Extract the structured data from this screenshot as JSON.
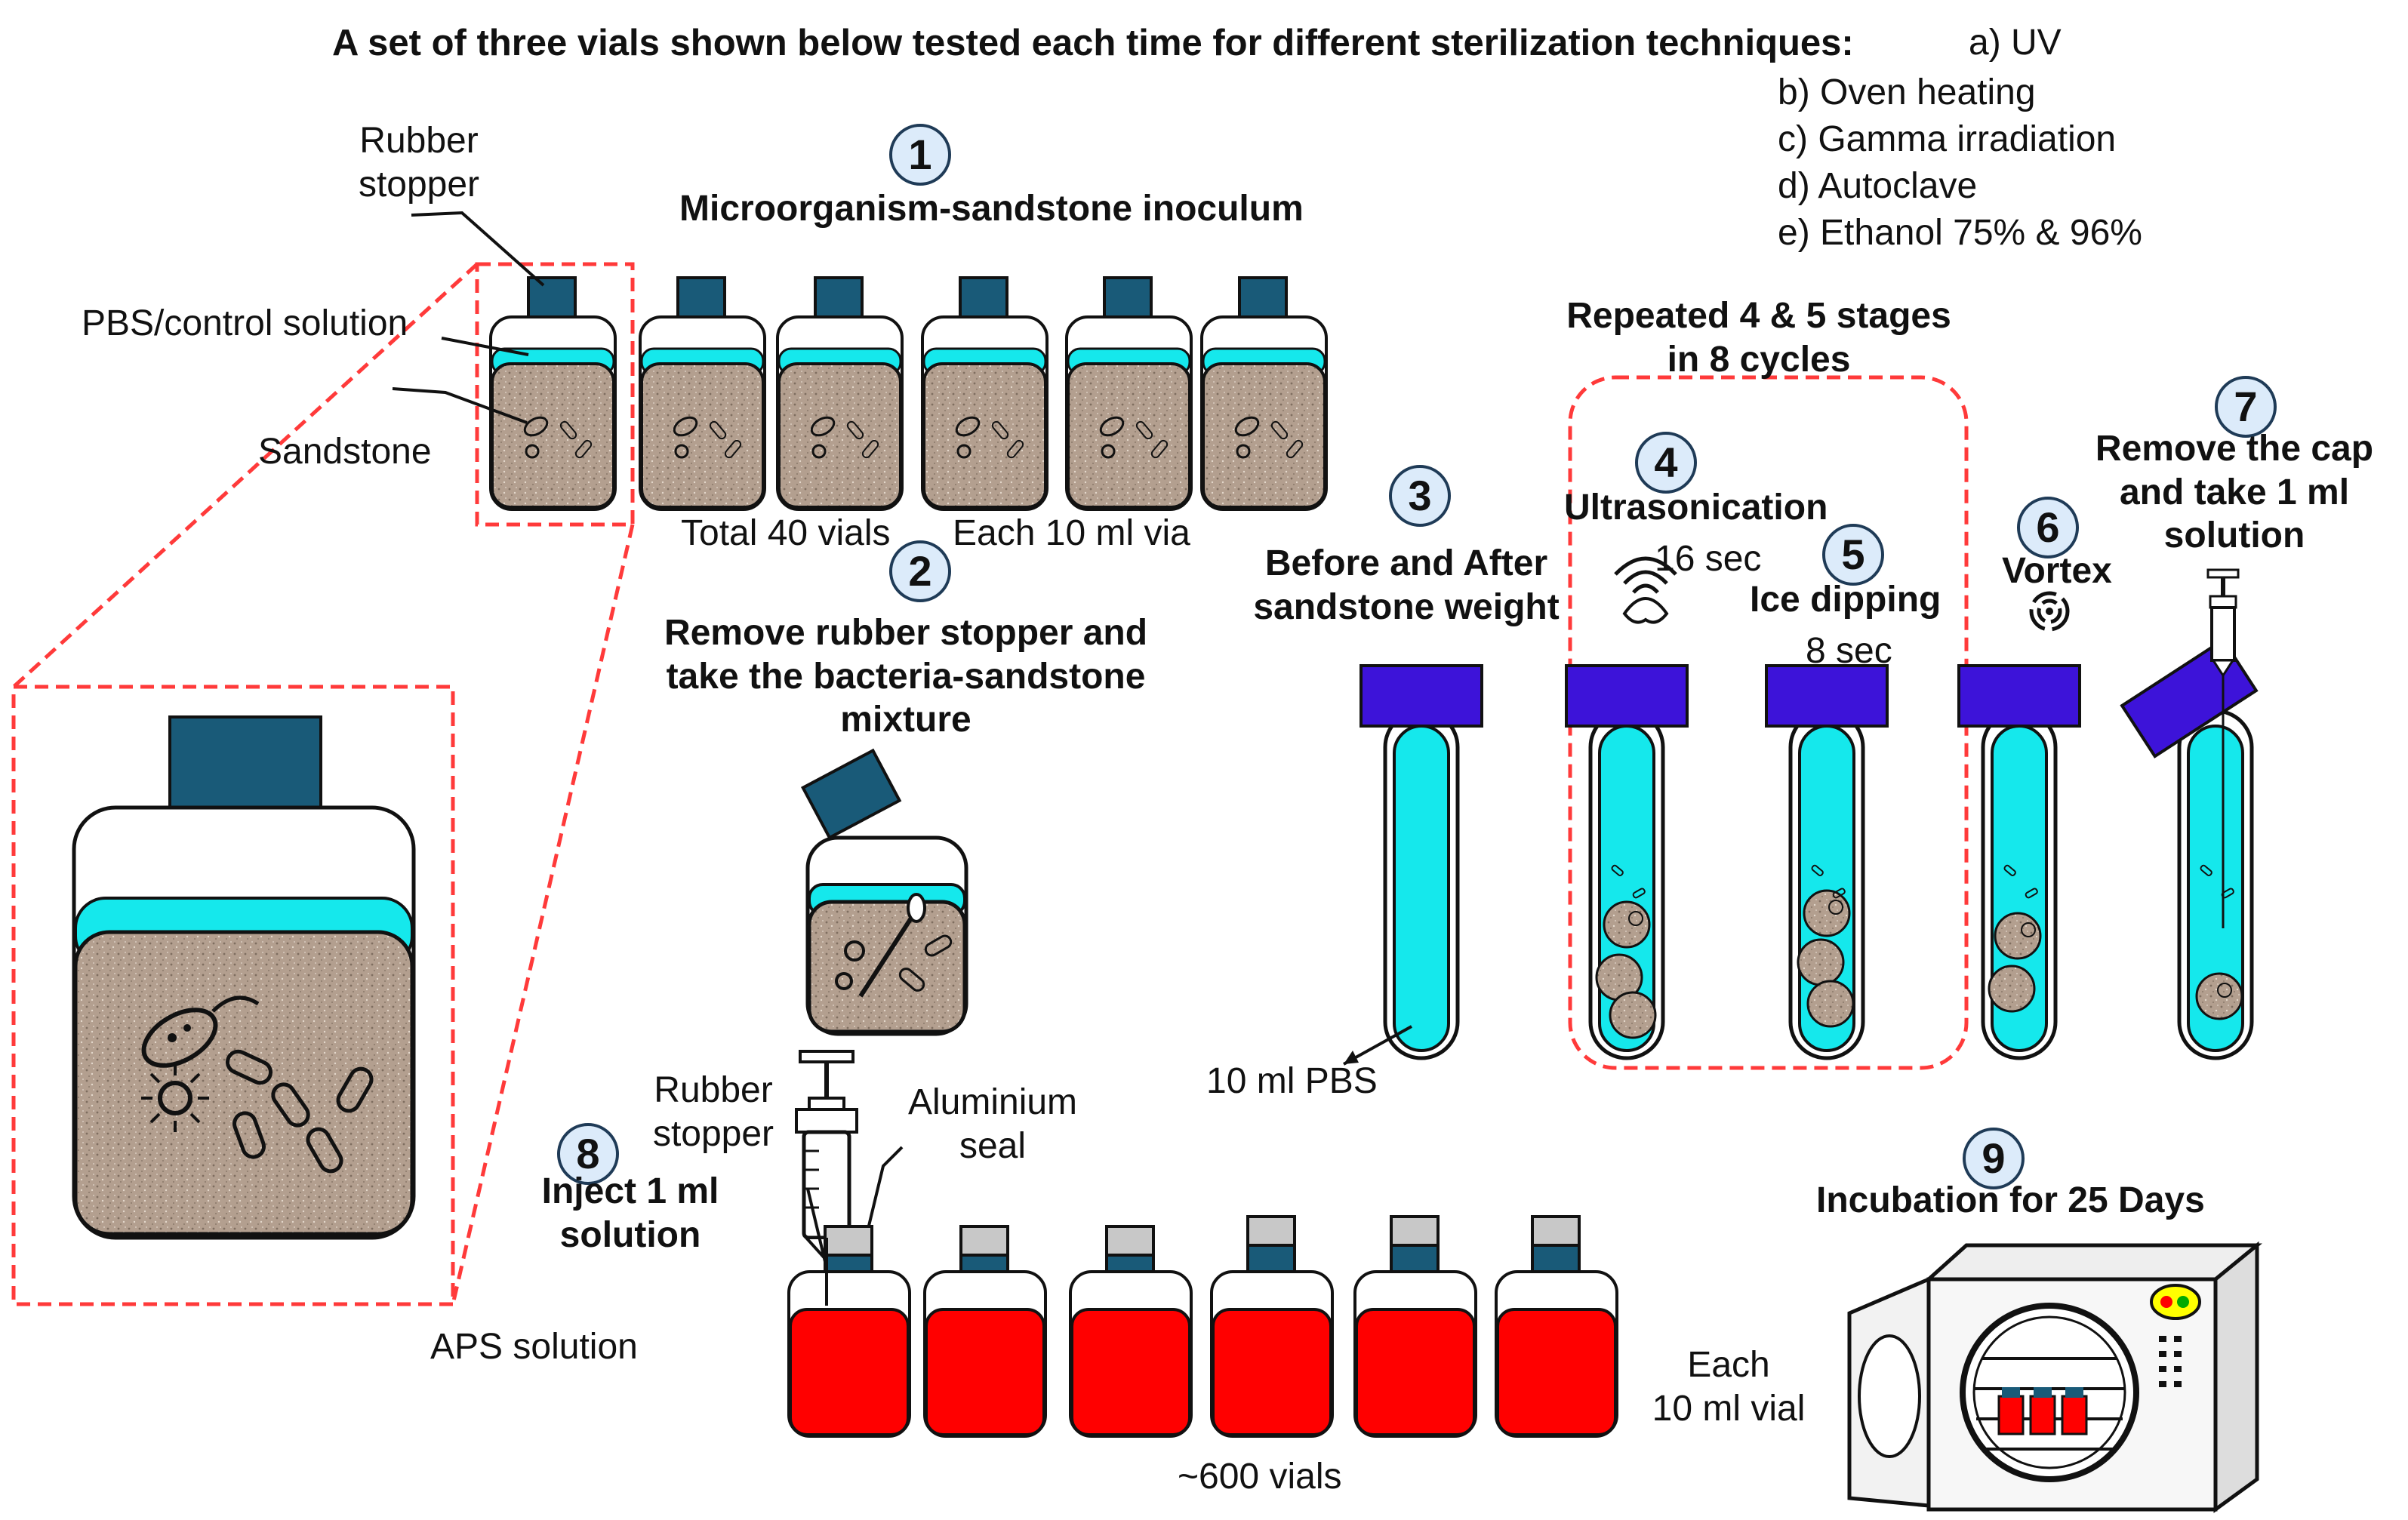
{
  "header": {
    "title": "A set of three vials shown below tested each time for different sterilization techniques:",
    "techniques": [
      "a) UV",
      "b) Oven heating",
      "c) Gamma irradiation",
      "d) Autoclave",
      "e) Ethanol 75% & 96%"
    ]
  },
  "steps": {
    "s1": {
      "number": "1",
      "label": "Microorganism-sandstone inoculum"
    },
    "s2": {
      "number": "2",
      "label_lines": [
        "Remove rubber stopper and",
        "take the bacteria-sandstone",
        "mixture"
      ]
    },
    "s3": {
      "number": "3",
      "label_lines": [
        "Before and After",
        "sandstone weight"
      ]
    },
    "s4": {
      "number": "4",
      "label": "Ultrasonication",
      "time": "16 sec"
    },
    "s5": {
      "number": "5",
      "label": "Ice dipping",
      "time": "8 sec"
    },
    "s6": {
      "number": "6",
      "label": "Vortex"
    },
    "s7": {
      "number": "7",
      "label_lines": [
        "Remove the cap",
        "and take 1 ml",
        "solution"
      ]
    },
    "s8": {
      "number": "8",
      "label_lines": [
        "Inject 1 ml",
        "solution"
      ]
    },
    "s9": {
      "number": "9",
      "label": "Incubation for 25 Days"
    }
  },
  "repeat_box": {
    "label_lines": [
      "Repeated 4 & 5 stages",
      "in 8 cycles"
    ]
  },
  "labels": {
    "rubber_stopper_top": [
      "Rubber",
      "stopper"
    ],
    "pbs_control": "PBS/control solution",
    "sandstone": "Sandstone",
    "total_vials": "Total 40 vials",
    "each_vial_top": "Each 10 ml via",
    "pbs_10ml": "10 ml PBS",
    "rubber_stopper_bottom": [
      "Rubber",
      "stopper"
    ],
    "aluminium_seal": [
      "Aluminium",
      "seal"
    ],
    "aps_solution": "APS solution",
    "each_vial_bottom": [
      "Each",
      "10 ml vial"
    ],
    "approx_vials": "~600 vials"
  },
  "colors": {
    "cap_dark": "#195a78",
    "cyan": "#15e8ec",
    "tube_cap": "#3d13d9",
    "red": "#ff0000",
    "sand": "#b39f8f",
    "dashed": "#ff3a3a",
    "badge_fill": "#dcebfa"
  }
}
